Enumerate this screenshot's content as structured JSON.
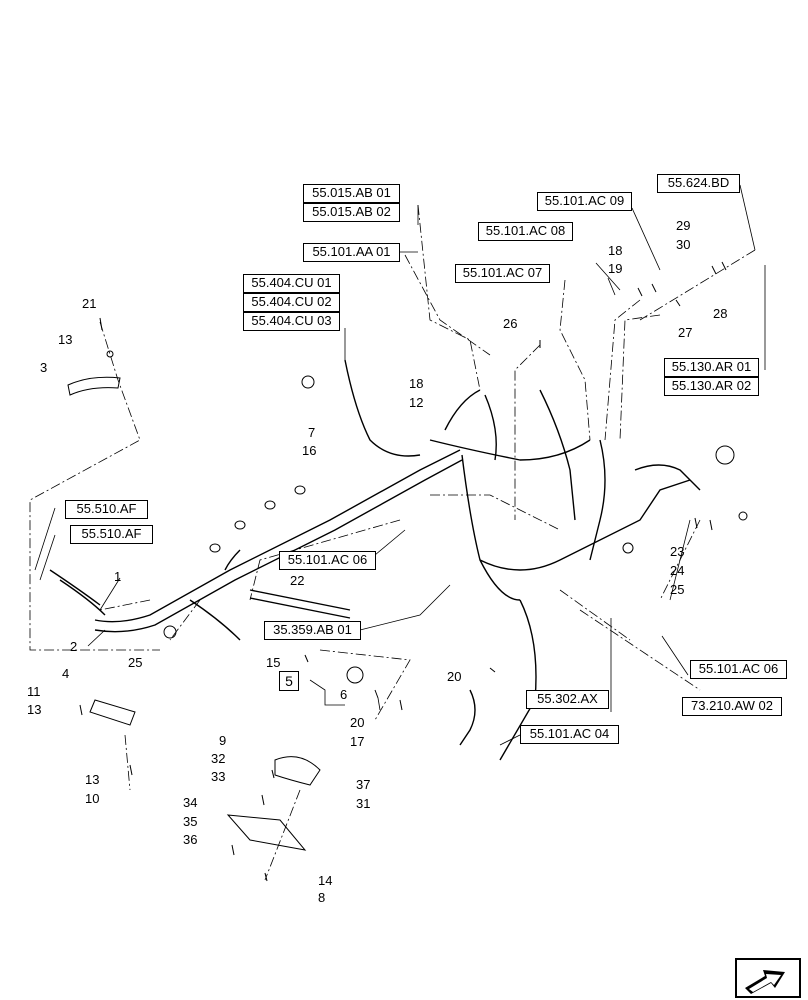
{
  "reference_boxes": [
    "55.015.AB 01",
    "55.015.AB 02",
    "55.101.AA 01",
    "55.404.CU 01",
    "55.404.CU 02",
    "55.404.CU 03",
    "55.101.AC 09",
    "55.101.AC 08",
    "55.101.AC 07",
    "55.624.BD",
    "55.130.AR 01",
    "55.130.AR 02",
    "55.510.AF",
    "55.510.AF",
    "55.101.AC 06",
    "35.359.AB 01",
    "55.101.AC 06",
    "55.302.AX",
    "73.210.AW 02",
    "55.101.AC 04",
    "5"
  ],
  "callouts": [
    "21",
    "13",
    "3",
    "18",
    "12",
    "7",
    "16",
    "26",
    "18",
    "19",
    "29",
    "30",
    "28",
    "27",
    "1",
    "2",
    "22",
    "25",
    "23",
    "24",
    "25",
    "4",
    "11",
    "13",
    "15",
    "6",
    "20",
    "17",
    "20",
    "13",
    "10",
    "9",
    "32",
    "33",
    "37",
    "31",
    "34",
    "35",
    "36",
    "14",
    "8"
  ],
  "icons": {
    "navigation": "next-page-arrow-icon"
  }
}
